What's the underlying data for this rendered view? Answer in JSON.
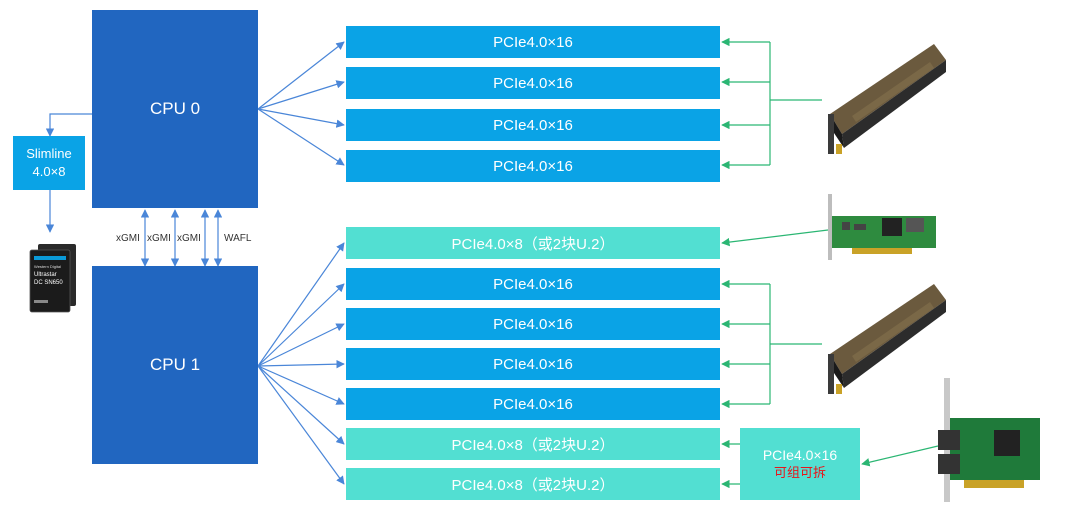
{
  "cpus": {
    "cpu0_label": "CPU 0",
    "cpu1_label": "CPU 1"
  },
  "interconnect": {
    "labels": [
      "xGMI",
      "xGMI",
      "xGMI",
      "WAFL"
    ]
  },
  "slimline": {
    "line1": "Slimline",
    "line2": "4.0×8"
  },
  "ssd": {
    "brand": "Western Digital",
    "line1": "Ultrastar",
    "line2": "DC SN650"
  },
  "slots": [
    "PCIe4.0×16",
    "PCIe4.0×16",
    "PCIe4.0×16",
    "PCIe4.0×16",
    "PCIe4.0×8（或2块U.2）",
    "PCIe4.0×16",
    "PCIe4.0×16",
    "PCIe4.0×16",
    "PCIe4.0×16",
    "PCIe4.0×8（或2块U.2）",
    "PCIe4.0×8（或2块U.2）"
  ],
  "merge_box": {
    "line1": "PCIe4.0×16",
    "line2": "可组可拆"
  },
  "colors": {
    "cpu": "#2166c0",
    "slot_x16": "#0aa3e6",
    "slot_x8": "#52dfd2",
    "blue_arrow": "#4a86d8",
    "green_arrow": "#2bb673",
    "red_text": "#e8151a"
  },
  "devices": [
    "gpu-card-icon",
    "raid-card-icon",
    "gpu-card-icon",
    "nic-card-icon",
    "nvme-ssd-icon"
  ]
}
